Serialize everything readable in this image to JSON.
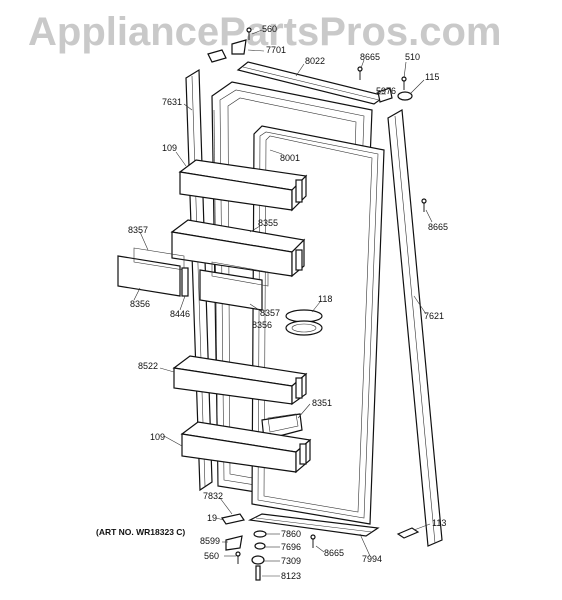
{
  "watermark": "AppliancePartsPros.com",
  "art_number": "(ART NO. WR18323 C)",
  "labels": [
    {
      "id": "l560top",
      "text": "560"
    },
    {
      "id": "l7701",
      "text": "7701"
    },
    {
      "id": "l8022",
      "text": "8022"
    },
    {
      "id": "l8665a",
      "text": "8665"
    },
    {
      "id": "l510",
      "text": "510"
    },
    {
      "id": "l115",
      "text": "115"
    },
    {
      "id": "l5976",
      "text": "5976"
    },
    {
      "id": "l7631",
      "text": "7631"
    },
    {
      "id": "l109a",
      "text": "109"
    },
    {
      "id": "l8001",
      "text": "8001"
    },
    {
      "id": "l8665b",
      "text": "8665"
    },
    {
      "id": "l8357a",
      "text": "8357"
    },
    {
      "id": "l8355",
      "text": "8355"
    },
    {
      "id": "l8356a",
      "text": "8356"
    },
    {
      "id": "l8446",
      "text": "8446"
    },
    {
      "id": "l8357b",
      "text": "8357"
    },
    {
      "id": "l8356b",
      "text": "8356"
    },
    {
      "id": "l118",
      "text": "118"
    },
    {
      "id": "l7621",
      "text": "7621"
    },
    {
      "id": "l8522",
      "text": "8522"
    },
    {
      "id": "l8351",
      "text": "8351"
    },
    {
      "id": "l109b",
      "text": "109"
    },
    {
      "id": "l7832",
      "text": "7832"
    },
    {
      "id": "l19",
      "text": "19"
    },
    {
      "id": "l7860",
      "text": "7860"
    },
    {
      "id": "l113",
      "text": "113"
    },
    {
      "id": "l8599",
      "text": "8599"
    },
    {
      "id": "l7696",
      "text": "7696"
    },
    {
      "id": "l560b",
      "text": "560"
    },
    {
      "id": "l7309",
      "text": "7309"
    },
    {
      "id": "l8665c",
      "text": "8665"
    },
    {
      "id": "l7994",
      "text": "7994"
    },
    {
      "id": "l8123",
      "text": "8123"
    }
  ]
}
